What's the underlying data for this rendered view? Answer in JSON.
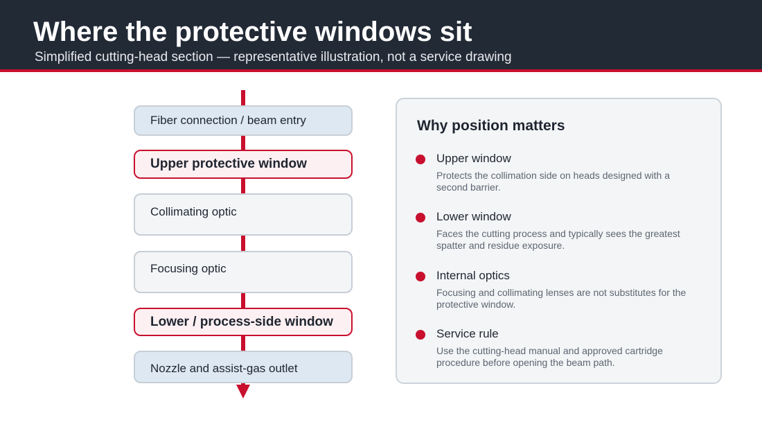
{
  "header": {
    "title": "Where the protective windows sit",
    "subtitle": "Simplified cutting-head section — representative illustration, not a service drawing"
  },
  "stack": [
    {
      "label": "Fiber connection / beam entry",
      "kind": "entry"
    },
    {
      "label": "Upper protective window",
      "kind": "window"
    },
    {
      "label": "Collimating optic",
      "kind": "plain"
    },
    {
      "label": "Focusing optic",
      "kind": "plain"
    },
    {
      "label": "Lower / process-side window",
      "kind": "window"
    },
    {
      "label": "Nozzle and assist-gas outlet",
      "kind": "entry"
    }
  ],
  "panel": {
    "title": "Why position matters",
    "items": [
      {
        "title": "Upper window",
        "desc": "Protects the collimation side on heads designed with a second barrier."
      },
      {
        "title": "Lower window",
        "desc": "Faces the cutting process and typically sees the greatest spatter and residue exposure."
      },
      {
        "title": "Internal optics",
        "desc": "Focusing and collimating lenses are not substitutes for the protective window."
      },
      {
        "title": "Service rule",
        "desc": "Use the cutting-head manual and approved cartridge procedure before opening the beam path."
      }
    ]
  },
  "colors": {
    "header_bg": "#222a36",
    "accent": "#c8102e",
    "entry_fill": "#dde8f2",
    "optic_fill": "#f3f5f7",
    "window_fill": "#fdf0f2"
  }
}
